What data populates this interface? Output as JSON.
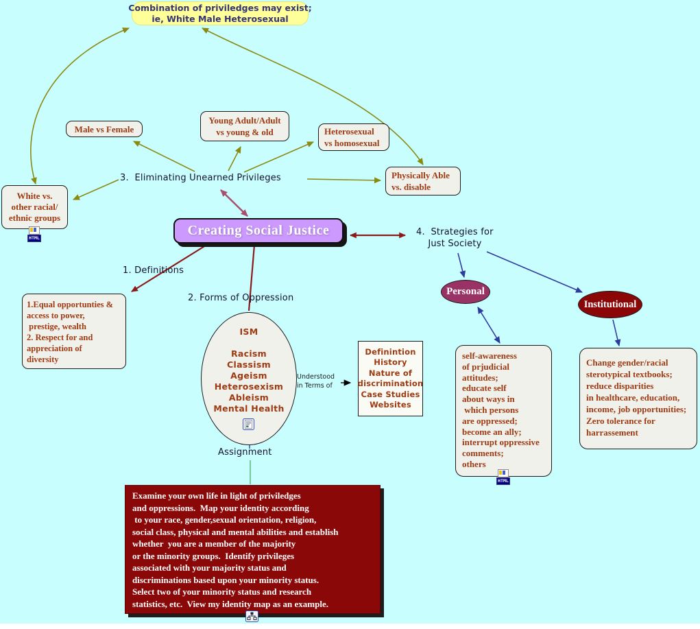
{
  "colors": {
    "background": "#c9feff",
    "node_fill": "#f1f1ec",
    "node_text_brown": "#9e3a12",
    "central_purple": "#cc99ff",
    "yellow_note": "#ffff99",
    "personal_oval": "#993366",
    "dark_red": "#8b0808",
    "olive_connector": "#8a8a12",
    "maroon_connector": "#8b1a1a",
    "mauve_connector": "#a8506e",
    "blue_connector": "#2f3a9e",
    "green_connector": "#55b878"
  },
  "icons": {
    "html_label": "HTML"
  },
  "labels": {
    "definitions": "1. Definitions",
    "forms_of_oppression": "2. Forms of Oppression",
    "eliminating": "3.  Eliminating Unearned Privileges",
    "strategies": "4.  Strategies for\n    Just Society",
    "assignment": "Assignment",
    "understood": "Understood\nin Terms of"
  },
  "nodes": {
    "combination": "Combination of priviledges may exist;\nie, White Male Heterosexual",
    "male_vs_female": "Male vs Female",
    "young_adult": "Young Adult/Adult\nvs young & old",
    "heterosexual": "Heterosexual\nvs homosexual",
    "physically_able": "Physically Able\nvs. disable",
    "white_vs_other": "White vs.\nother racial/\nethnic groups",
    "creating_social_justice": "Creating Social Justice",
    "equal_opportunities": "1.Equal opportunties &\naccess to power,\n prestige, wealth\n2. Respect for and\nappreciation of\ndiversity",
    "ism": "ISM\n\nRacism\nClassism\nAgeism\nHeterosexism\nAbleism\nMental Health",
    "definintion": "Definintion\nHistory\nNature of\ndiscrimination\nCase Studies\nWebsites",
    "personal": "Personal",
    "institutional": "Institutional",
    "self_awareness": "self-awareness\nof prjudicial\nattitudes;\neducate self\nabout ways in\n which persons\nare oppressed;\nbecome an ally;\ninterrupt oppressive\ncomments;\nothers",
    "institutional_strategies": "Change gender/racial\nsterotypical textbooks;\nreduce disparities\nin healthcare, education,\nincome, job opportunities;\nZero tolerance for\nharrassement",
    "assignment_text": "Examine your own life in light of priviledges\nand oppressions.  Map your identity according\n to your race, gender,sexual orientation, religion,\nsocial class, physical and mental abilities and establish\nwhether  you are a member of the majority\nor the minority groups.  Identify privileges\nassociated with your majority status and\ndiscriminations based upon your minority status.\nSelect two of your minority status and research\nstatistics, etc.  View my identity map as an example."
  }
}
